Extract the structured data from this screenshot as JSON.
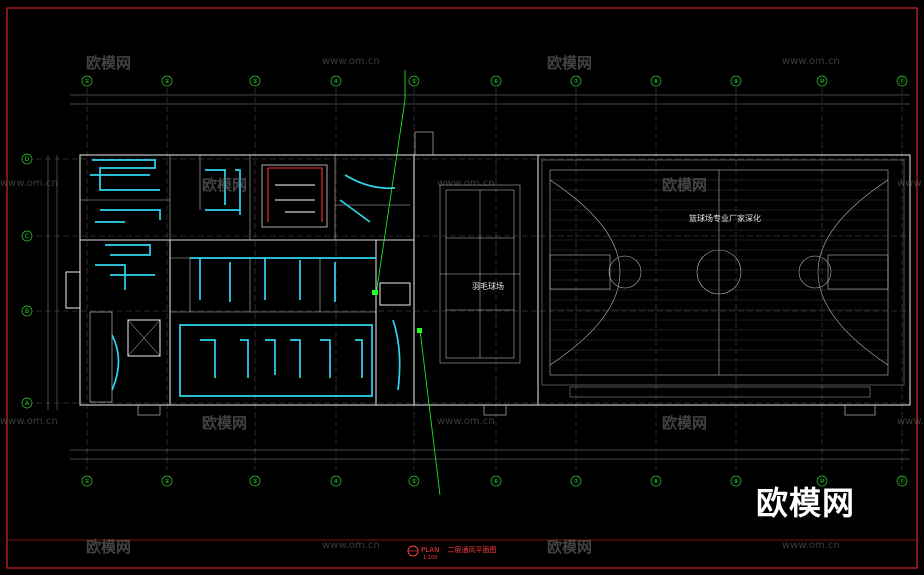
{
  "drawing": {
    "title_plan": "PLAN",
    "title_name": "二层通风平面图",
    "scale_text": "1:100"
  },
  "axes": {
    "columns": [
      "①",
      "②",
      "③",
      "④",
      "⑤",
      "⑥",
      "⑦",
      "⑧",
      "⑨",
      "⑩",
      "⑪"
    ],
    "rows": [
      "D",
      "C",
      "B",
      "A"
    ]
  },
  "rooms": {
    "basketball": "篮球场专业厂家深化",
    "badminton": "羽毛球场"
  },
  "watermarks": {
    "brand": "欧模网",
    "url": "www.om.cn",
    "corner_brand": "欧模网"
  },
  "colors": {
    "background": "#000000",
    "duct": "#2fd6f0",
    "axis": "#34d434",
    "wall": "#d8d8d8",
    "frame": "#ff2a2a",
    "leader": "#22ff22"
  }
}
